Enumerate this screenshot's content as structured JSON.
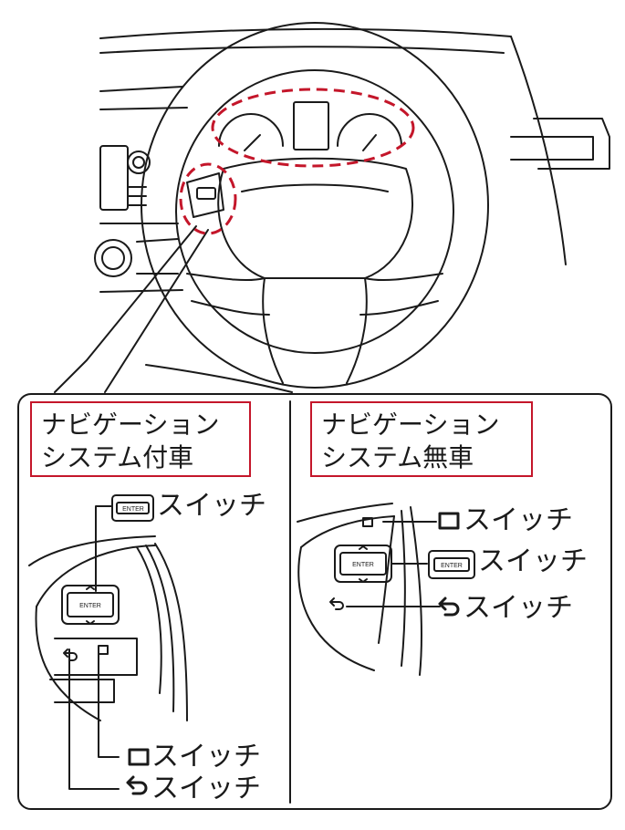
{
  "panels": {
    "left": {
      "title_line1": "ナビゲーション",
      "title_line2": "システム付車",
      "callouts": {
        "enter_switch": "スイッチ",
        "display_switch": "スイッチ",
        "back_switch": "スイッチ"
      },
      "button_marks": {
        "enter_text": "ENTER"
      }
    },
    "right": {
      "title_line1": "ナビゲーション",
      "title_line2": "システム無車",
      "callouts": {
        "display_switch": "スイッチ",
        "enter_switch": "スイッチ",
        "back_switch": "スイッチ"
      },
      "button_marks": {
        "enter_text": "ENTER"
      }
    }
  },
  "colors": {
    "highlight": "#c4162a",
    "line": "#1a1a1a"
  },
  "icons": [
    "enter-button-icon",
    "square-display-icon",
    "back-arrow-icon"
  ]
}
